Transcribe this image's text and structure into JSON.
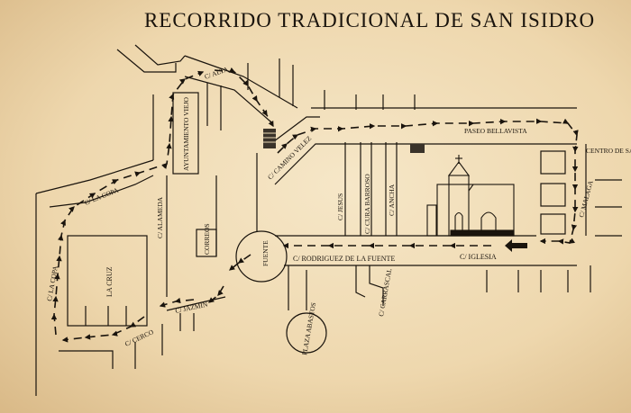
{
  "title": "RECORRIDO TRADICIONAL DE SAN ISIDRO",
  "colors": {
    "background": "#efdcb8",
    "ink": "#1a140d"
  },
  "streets": {
    "alta": "C/ ALTA",
    "camino_velez": "C/ CAMINO VELEZ",
    "paseo_bellavista": "PASEO BELLAVISTA",
    "jesus": "C/ JESUS",
    "cura_barroso": "C/ CURA BARROSO",
    "ancha": "C/ ANCHA",
    "malaga": "C/ MALAGA",
    "la_copa_top": "C/ LA COPA",
    "la_copa_left": "C/ LA COPA",
    "alameda": "C/ ALAMEDA",
    "rodriguez": "C/ RODRIGUEZ DE LA FUENTE",
    "iglesia": "C/ IGLESIA",
    "jazmin": "C/ JAZMIN",
    "cerco": "C/ CERCO",
    "carrascal": "C/ CARRASCAL"
  },
  "places": {
    "ayuntamiento": "AYUNTAMIENTO VIEJO",
    "correos": "CORREOS",
    "fuente": "FUENTE",
    "la_cruz": "LA CRUZ",
    "plaza_abastos": "PLAZA ABASTOS",
    "centro_salud": "CENTRO DE SALUD"
  },
  "icons": [
    "church-icon",
    "start-arrow-icon",
    "stairs-icon",
    "route-arrow-icon"
  ]
}
